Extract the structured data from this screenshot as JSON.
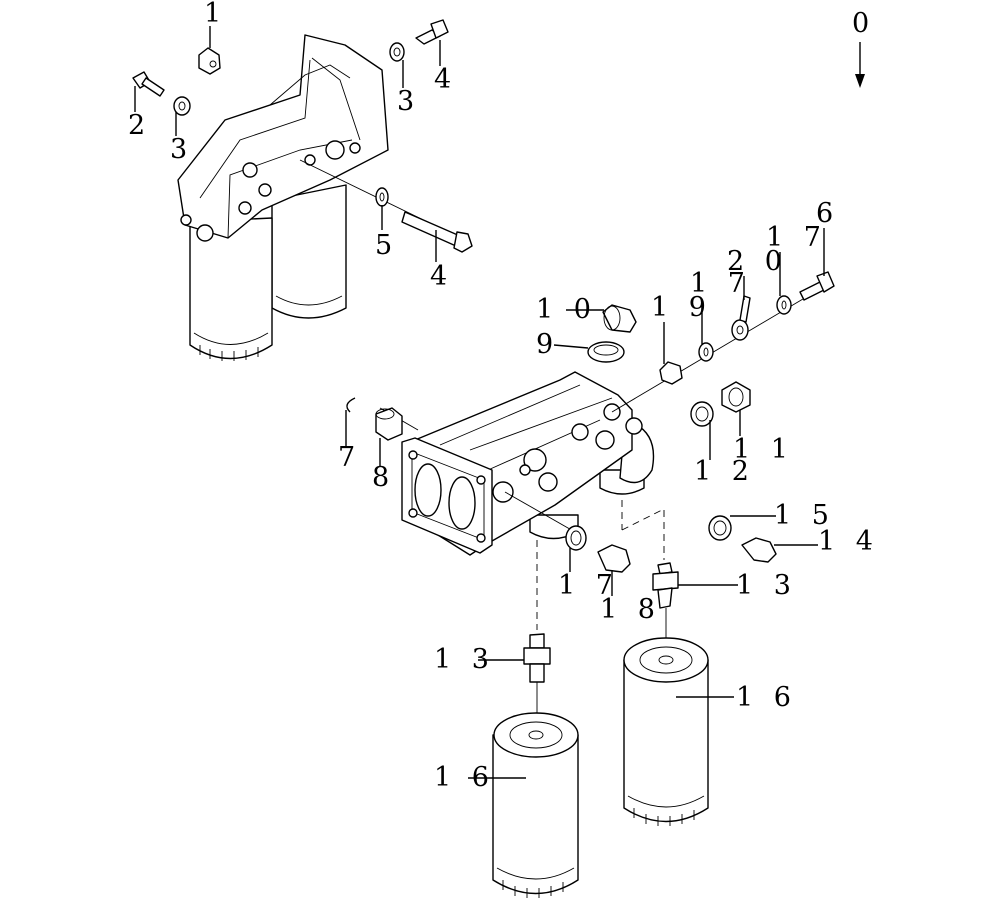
{
  "view_indicator": "0",
  "callouts": {
    "c1_top": "1",
    "c2_left": "2",
    "c3_left": "3",
    "c3_right": "3",
    "c4_top": "4",
    "c5": "5",
    "c4_bottom": "4",
    "c10_plug": "1 0",
    "c9_seal": "9",
    "c19": "1 9",
    "c17_top": "1 7",
    "c20": "2 0",
    "c17_right": "1 7",
    "c6": "6",
    "c7_left": "7",
    "c8": "8",
    "c12": "1 2",
    "c11": "1 1",
    "c15": "1 5",
    "c14": "1 4",
    "c17_bottom": "1 7",
    "c18": "1 8",
    "c13_right": "1 3",
    "c13_left": "1 3",
    "c16_right": "1 6",
    "c16_left": "1 6"
  }
}
